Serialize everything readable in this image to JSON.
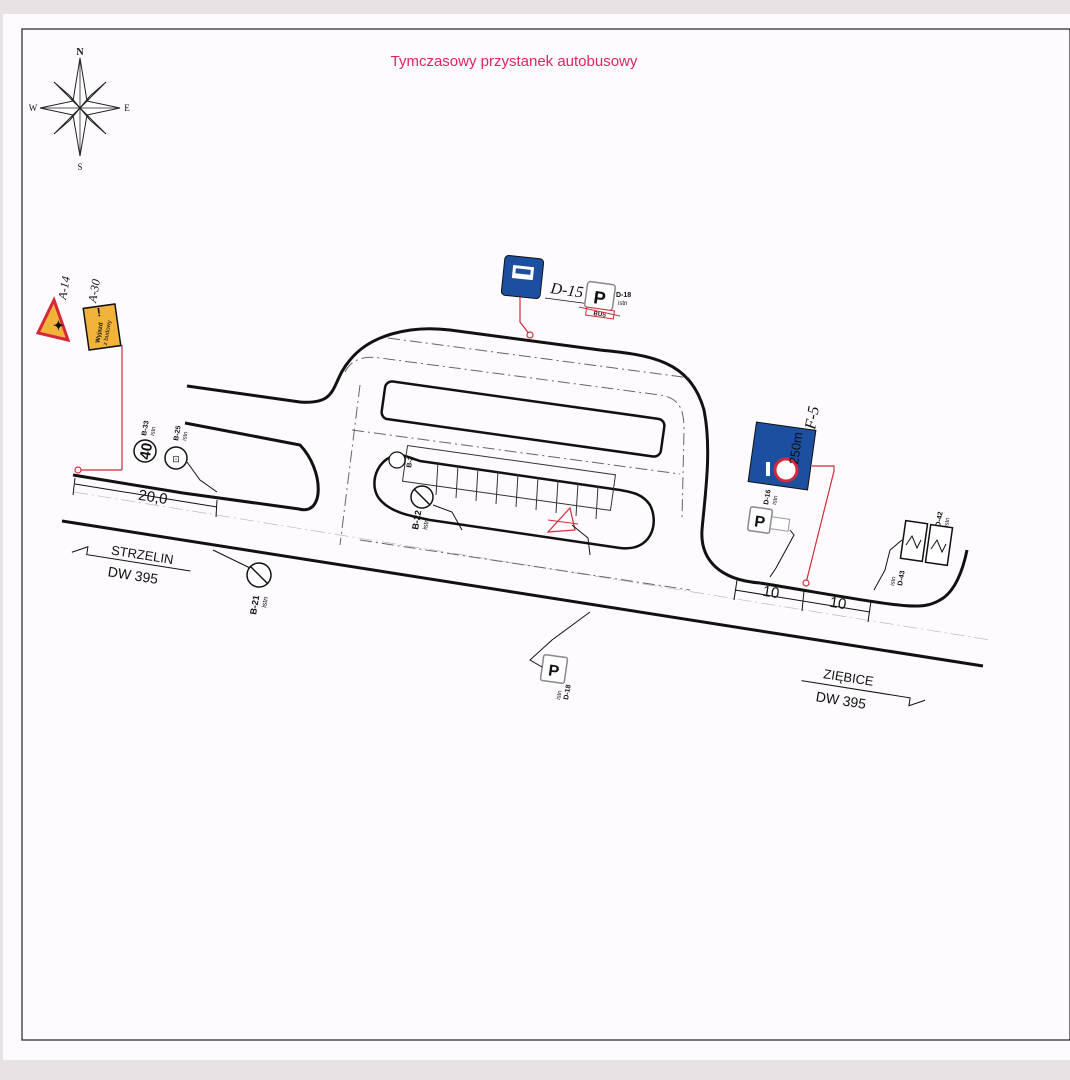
{
  "title": "Tymczasowy przystanek autobusowy",
  "compass": {
    "n": "N",
    "s": "S",
    "e": "E",
    "w": "W"
  },
  "directions": {
    "left": {
      "town": "STRZELIN",
      "road": "DW 395"
    },
    "right": {
      "town": "ZIĘBICE",
      "road": "DW 395"
    }
  },
  "dimensions": {
    "left": "20,0",
    "right_a": "10",
    "right_b": "10"
  },
  "signs": {
    "a14": {
      "code": "A-14"
    },
    "a30": {
      "code": "A-30",
      "plate_text": [
        "Wyjazd",
        "z budowy"
      ]
    },
    "b33": {
      "code": "B-33",
      "note": "istn",
      "value": "40"
    },
    "b25": {
      "code": "B-25",
      "note": "istn"
    },
    "b2": {
      "code": "B-2"
    },
    "b22": {
      "code": "B-22",
      "note": "istn"
    },
    "b21": {
      "code": "B-21",
      "note": "istn"
    },
    "d15": {
      "code": "D-15"
    },
    "d18_top": {
      "code": "D-18",
      "note": "istn",
      "plate": "BUS"
    },
    "d18_bottom": {
      "code": "D-18",
      "note": "istn"
    },
    "d16": {
      "code": "D-16",
      "note": "istn"
    },
    "f5": {
      "code": "F-5",
      "distance": "250m"
    },
    "d42": {
      "code": "D-42",
      "note": "istn"
    },
    "d43": {
      "code": "D-43",
      "note": "istn"
    }
  },
  "colors": {
    "title": "#e0245e",
    "sign_blue": "#1d4fa1",
    "warning_yellow": "#f2b33a",
    "stop_red": "#d6283a",
    "leader": "#d6283a"
  }
}
